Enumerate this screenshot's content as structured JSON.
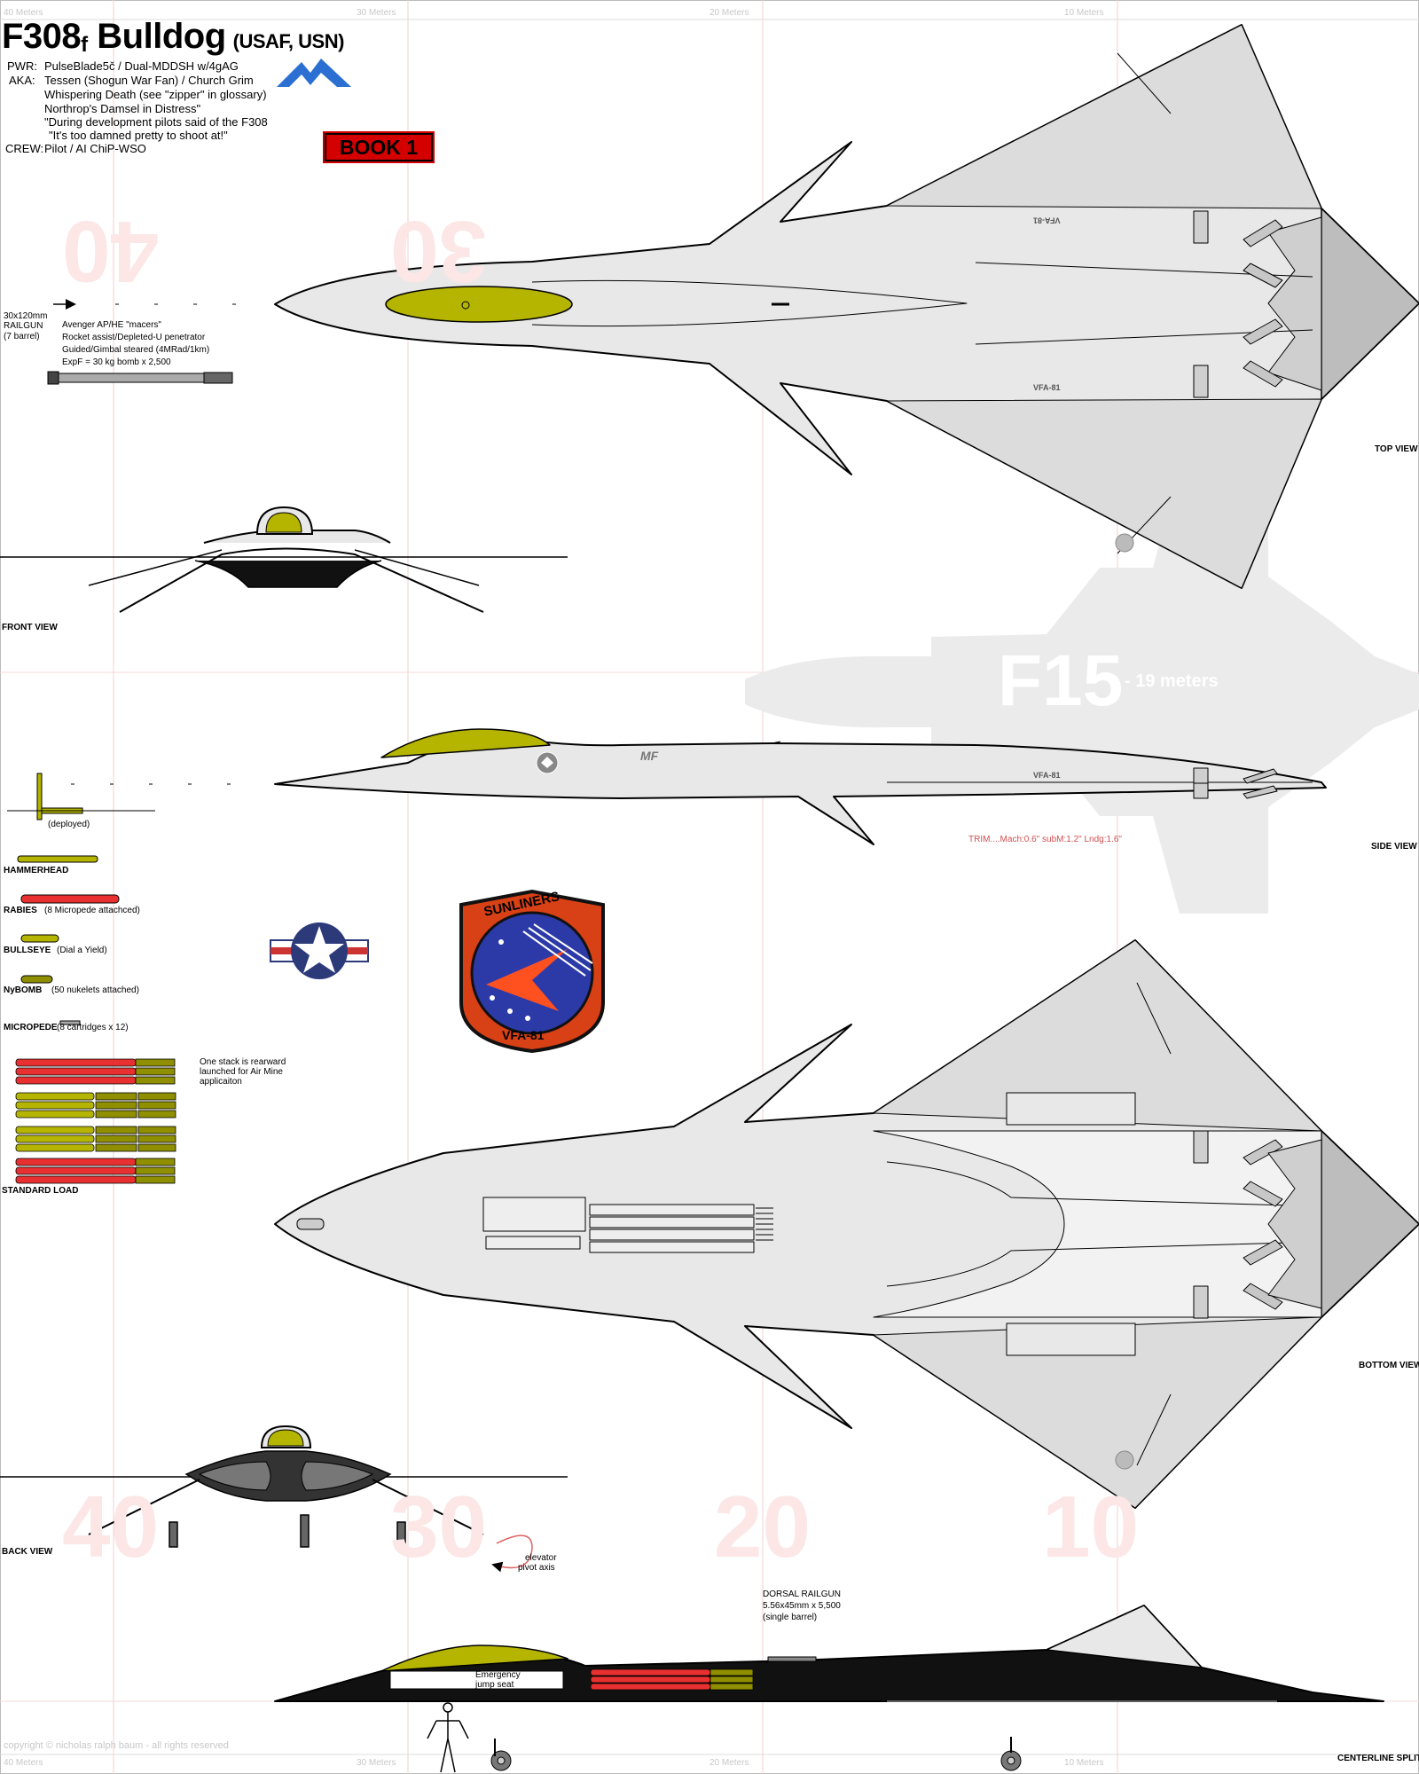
{
  "header": {
    "name": "F308",
    "variant": "f",
    "name2": "Bulldog",
    "services": "(USAF, USN)",
    "pwr_label": "PWR:",
    "pwr_value": "PulseBlade5č / Dual-MDDSH w/4gAG",
    "aka_label": "AKA:",
    "aka_lines": [
      "Tessen (Shogun War Fan) / Church Grim",
      "Whispering Death (see \"zipper\" in glossary)",
      "Northrop's Damsel in Distress\"",
      "\"During development pilots said of the F308",
      "\"It's too damned pretty to shoot at!\""
    ],
    "crew_label": "CREW:",
    "crew_value": "Pilot / AI ChiP-WSO",
    "book_badge": "BOOK 1"
  },
  "rulers": {
    "top": [
      "40 Meters",
      "30 Meters",
      "20 Meters",
      "10 Meters"
    ],
    "bottom": [
      "40 Meters",
      "30 Meters",
      "20 Meters",
      "10 Meters"
    ]
  },
  "scale_numbers": {
    "upper": [
      "40",
      "30"
    ],
    "lower": [
      "40",
      "30",
      "20",
      "10"
    ]
  },
  "railgun": {
    "lines": [
      "30x120mm",
      "RAILGUN",
      "(7 barrel)"
    ],
    "ammo_lines": [
      "Avenger AP/HE \"macers\"",
      "Rocket assist/Depleted-U penetrator",
      "Guided/Gimbal steared (4MRad/1km)",
      "ExpF = 30 kg bomb x 2,500"
    ]
  },
  "views": {
    "top": "TOP VIEW",
    "front": "FRONT VIEW",
    "side": "SIDE VIEW",
    "bottom": "BOTTOM VIEW",
    "back": "BACK VIEW",
    "centerline": "CENTERLINE SPLIT"
  },
  "markings": {
    "squadron": "VFA-81",
    "initials": "MF"
  },
  "f15_compare": {
    "label": "F15",
    "length": "- 19 meters"
  },
  "trim_text": "TRIM....Mach:0.6\" subM:1.2\" Lndg:1.6\"",
  "weapons": [
    {
      "name": "HAMMERHEAD",
      "note": "(deployed)"
    },
    {
      "name": "RABIES",
      "note": "(8 Micropede attachced)"
    },
    {
      "name": "BULLSEYE",
      "note": "(Dial a Yield)"
    },
    {
      "name": "NyBOMB",
      "note": "(50 nukelets attached)"
    },
    {
      "name": "MICROPEDE",
      "note": "(8 cartridges x 12)"
    }
  ],
  "stack_note": [
    "One stack is rearward",
    "launched for Air Mine",
    "applicaiton"
  ],
  "standard_load": "STANDARD LOAD",
  "patch": {
    "top_text": "SUNLINERS",
    "bottom_text": "VFA-81"
  },
  "elevator_note": [
    "elevator",
    "pivot axis"
  ],
  "dorsal": {
    "lines": [
      "DORSAL RAILGUN",
      "5.56x45mm x 5,500",
      "(single barrel)"
    ]
  },
  "seat_note": [
    "Emergency",
    "jump seat"
  ],
  "copyright": "copyright © nicholas ralph baum - all rights reserved",
  "colors": {
    "airframe": "#e8e8e8",
    "canopy": "#b5b500",
    "badge": "#d40000",
    "missile_red": "#e83030",
    "patch_blue": "#2c3aa8"
  }
}
